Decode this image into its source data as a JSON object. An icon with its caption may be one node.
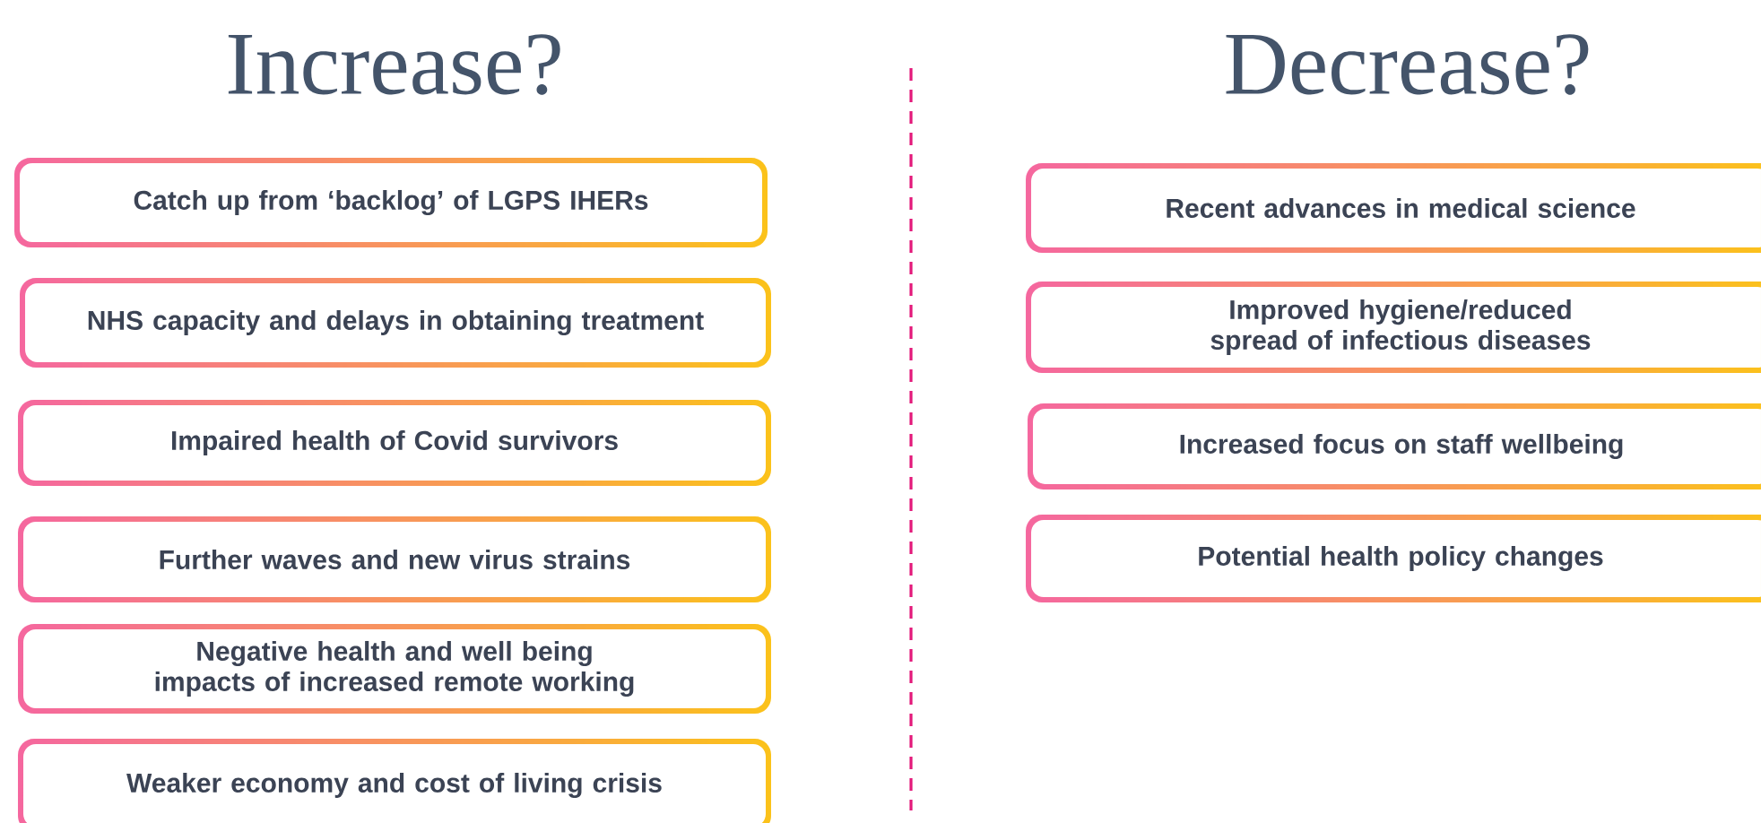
{
  "diagram": {
    "nodes": [
      {
        "text": [
          "Catch up from ‘backlog’ of LGPS IHERs"
        ]
      },
      {
        "text": [
          "NHS capacity and delays in obtaining treatment"
        ]
      },
      {
        "text": [
          "Impaired health of Covid survivors"
        ]
      },
      {
        "text": [
          "Further waves and new virus strains"
        ]
      },
      {
        "text": [
          "Negative health and well being impacts of increased remote working"
        ]
      },
      {
        "text": [
          "Weaker economy and cost of living crisis"
        ]
      },
      {
        "text": [
          "Recent advances in medical science"
        ]
      },
      {
        "text": [
          "Improved hygiene/reduced spread of infectious diseases"
        ]
      },
      {
        "text": [
          "Increased focus on staff wellbeing"
        ]
      },
      {
        "text": [
          "Potential health policy changes"
        ]
      }
    ],
    "labels": [
      "Increase?",
      "Decrease?"
    ]
  }
}
